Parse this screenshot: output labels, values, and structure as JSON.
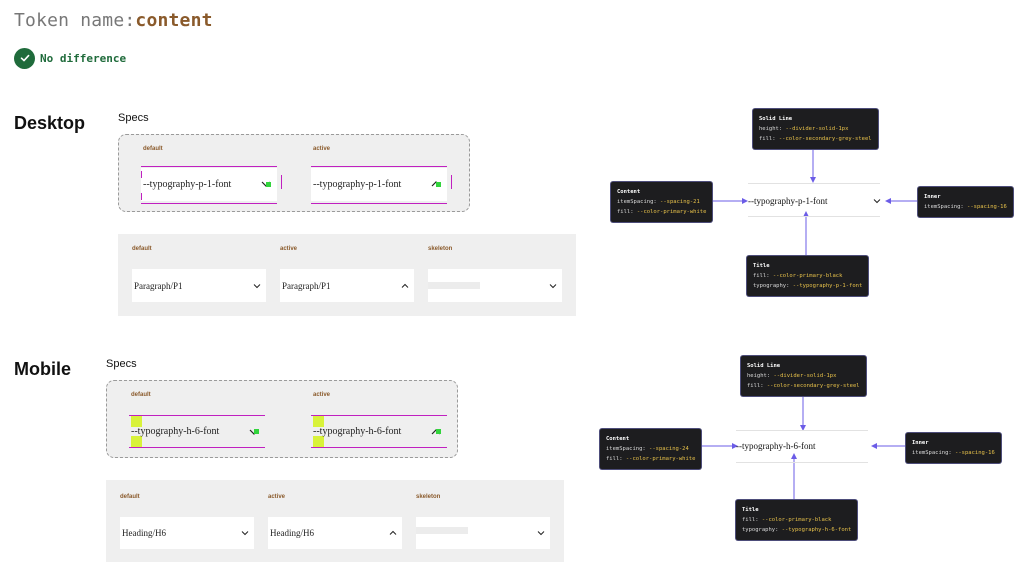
{
  "header": {
    "token_label": "Token name:",
    "token_value": "content",
    "status_text": "No difference"
  },
  "sections": {
    "desktop": {
      "title": "Desktop",
      "specs_label": "Specs",
      "specs": {
        "default_label": "default",
        "active_label": "active",
        "default_text": "--typography-p-1-font",
        "active_text": "--typography-p-1-font"
      },
      "demo": {
        "default_label": "default",
        "active_label": "active",
        "skeleton_label": "skeleton",
        "default_value": "Paragraph/P1",
        "active_value": "Paragraph/P1"
      },
      "anatomy": {
        "row_text": "--typography-p-1-font",
        "solid_line": {
          "title": "Solid Line",
          "l1k": "height: ",
          "l1v": "--divider-solid-1px",
          "l2k": "fill: ",
          "l2v": "--color-secondary-grey-steel"
        },
        "content": {
          "title": "Content",
          "l1k": "itemSpacing: ",
          "l1v": "--spacing-21",
          "l2k": "fill: ",
          "l2v": "--color-primary-white"
        },
        "inner": {
          "title": "Inner",
          "l1k": "itemSpacing: ",
          "l1v": "--spacing-16"
        },
        "title_box": {
          "title": "Title",
          "l1k": "fill: ",
          "l1v": "--color-primary-black",
          "l2k": "typography: ",
          "l2v": "--typography-p-1-font"
        }
      }
    },
    "mobile": {
      "title": "Mobile",
      "specs_label": "Specs",
      "specs": {
        "default_label": "default",
        "active_label": "active",
        "default_text": "--typography-h-6-font",
        "active_text": "--typography-h-6-font"
      },
      "demo": {
        "default_label": "default",
        "active_label": "active",
        "skeleton_label": "skeleton",
        "default_value": "Heading/H6",
        "active_value": "Heading/H6"
      },
      "anatomy": {
        "row_text": "--typography-h-6-font",
        "solid_line": {
          "title": "Solid Line",
          "l1k": "height: ",
          "l1v": "--divider-solid-1px",
          "l2k": "fill: ",
          "l2v": "--color-secondary-grey-steel"
        },
        "content": {
          "title": "Content",
          "l1k": "itemSpacing: ",
          "l1v": "--spacing-24",
          "l2k": "fill: ",
          "l2v": "--color-primary-white"
        },
        "inner": {
          "title": "Inner",
          "l1k": "itemSpacing: ",
          "l1v": "--spacing-16"
        },
        "title_box": {
          "title": "Title",
          "l1k": "fill: ",
          "l1v": "--color-primary-black",
          "l2k": "typography: ",
          "l2v": "--typography-h-6-font"
        }
      }
    }
  },
  "colors": {
    "accent_brown": "#8a5a2b",
    "success_green": "#1f6b3b",
    "arrow_purple": "#6b5ce7",
    "measure_magenta": "#c020c0",
    "callout_bg": "#1d1d1f",
    "token_yellow": "#e8c24a"
  },
  "icons": [
    "check-icon",
    "chevron-down-icon",
    "chevron-up-icon"
  ]
}
